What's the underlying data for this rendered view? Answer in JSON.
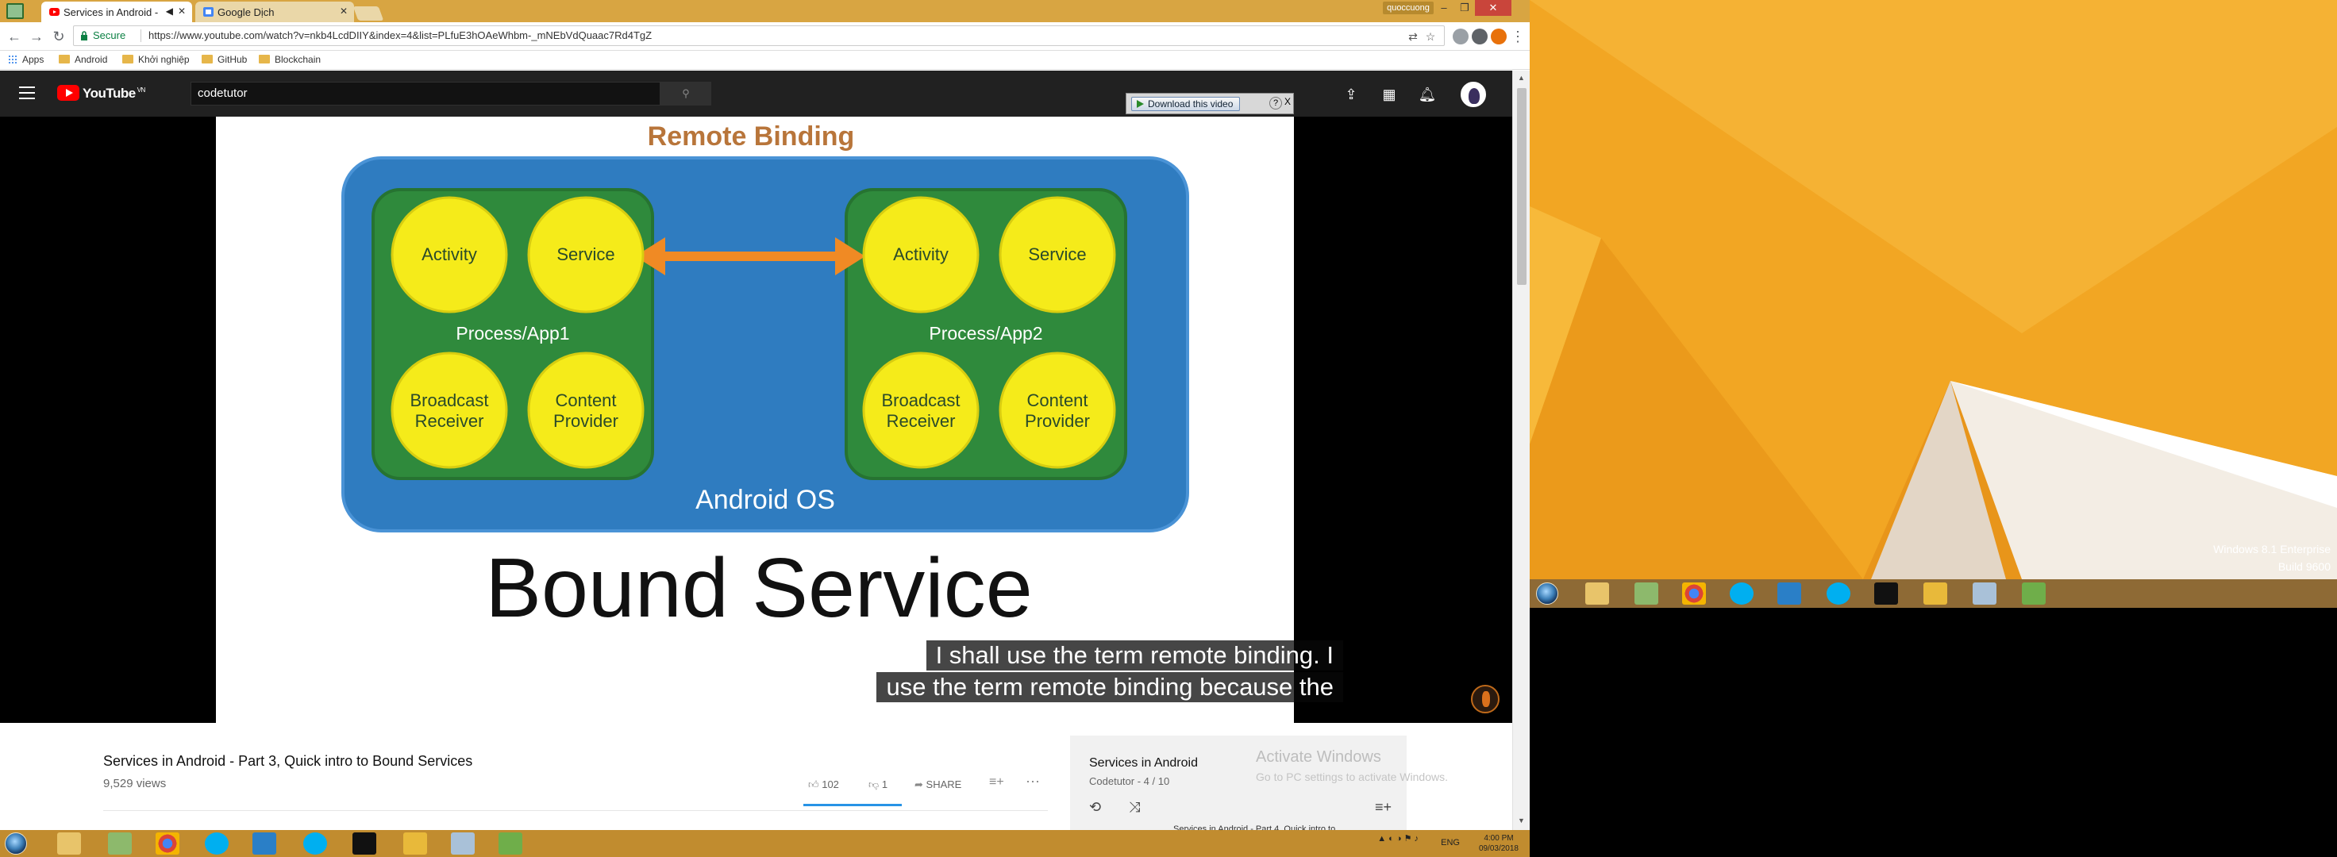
{
  "browser": {
    "user_badge": "quoccuong",
    "tabs": [
      {
        "label": "Services in Android -",
        "active": true
      },
      {
        "label": "Google Dịch",
        "active": false
      }
    ],
    "secure_label": "Secure",
    "url": "https://www.youtube.com/watch?v=nkb4LcdDIIY&index=4&list=PLfuE3hOAeWhbm-_mNEbVdQuaac7Rd4TgZ",
    "bookmarks": [
      "Apps",
      "Android",
      "Khởi nghiệp",
      "GitHub",
      "Blockchain"
    ]
  },
  "youtube": {
    "brand": "YouTube",
    "region": "VN",
    "search_value": "codetutor",
    "download_ext_label": "Download this video",
    "download_help": "?",
    "download_close": "X",
    "video_title": "Services in Android - Part 3, Quick intro to Bound Services",
    "views": "9,529 views",
    "likes": "102",
    "dislikes": "1",
    "share_label": "SHARE",
    "playlist": {
      "title": "Services in Android",
      "subtitle": "Codetutor - 4 / 10",
      "next_item": "Services in Android - Part 4, Quick intro to..."
    }
  },
  "slide": {
    "heading": "Remote Binding",
    "process1": {
      "name": "Process/App1",
      "items": [
        "Activity",
        "Service",
        "Broadcast",
        "Receiver",
        "Content",
        "Provider"
      ]
    },
    "process2": {
      "name": "Process/App2",
      "items": [
        "Activity",
        "Service",
        "Broadcast",
        "Receiver",
        "Content",
        "Provider"
      ]
    },
    "os_label": "Android OS",
    "big_title": "Bound Service"
  },
  "captions": {
    "line1": "I shall use the term remote binding. I",
    "line2": "use the term remote binding because the"
  },
  "activation": {
    "title": "Activate Windows",
    "subtitle": "Go to PC settings to activate Windows."
  },
  "taskbar": {
    "language": "ENG",
    "time": "4:00 PM",
    "date": "09/03/2018"
  },
  "desktop": {
    "watermark_line1": "Windows 8.1 Enterprise",
    "watermark_line2": "Build 9600"
  },
  "colors": {
    "youtube_red": "#ff0000",
    "slide_blue": "#2f7cc0",
    "slide_green": "#2f8a3c",
    "slide_yellow": "#f5eb1a",
    "arrow_orange": "#f08a24",
    "heading_brown": "#b8753a",
    "wallpaper_orange": "#f2a623"
  },
  "icons": [
    "app-menu-icon",
    "youtube-favicon",
    "google-translate-favicon",
    "speaker-icon",
    "close-icon",
    "back-icon",
    "forward-icon",
    "reload-icon",
    "lock-icon",
    "translate-icon",
    "star-icon",
    "hamburger-icon",
    "search-icon",
    "upload-icon",
    "apps-grid-icon",
    "bell-icon",
    "like-icon",
    "dislike-icon",
    "share-icon",
    "add-to-playlist-icon",
    "more-icon",
    "loop-icon",
    "shuffle-icon",
    "playlist-add-icon",
    "windows-start-icon",
    "file-explorer-icon",
    "chrome-icon",
    "skype-icon",
    "vscode-icon",
    "terminal-icon",
    "paint-icon"
  ]
}
